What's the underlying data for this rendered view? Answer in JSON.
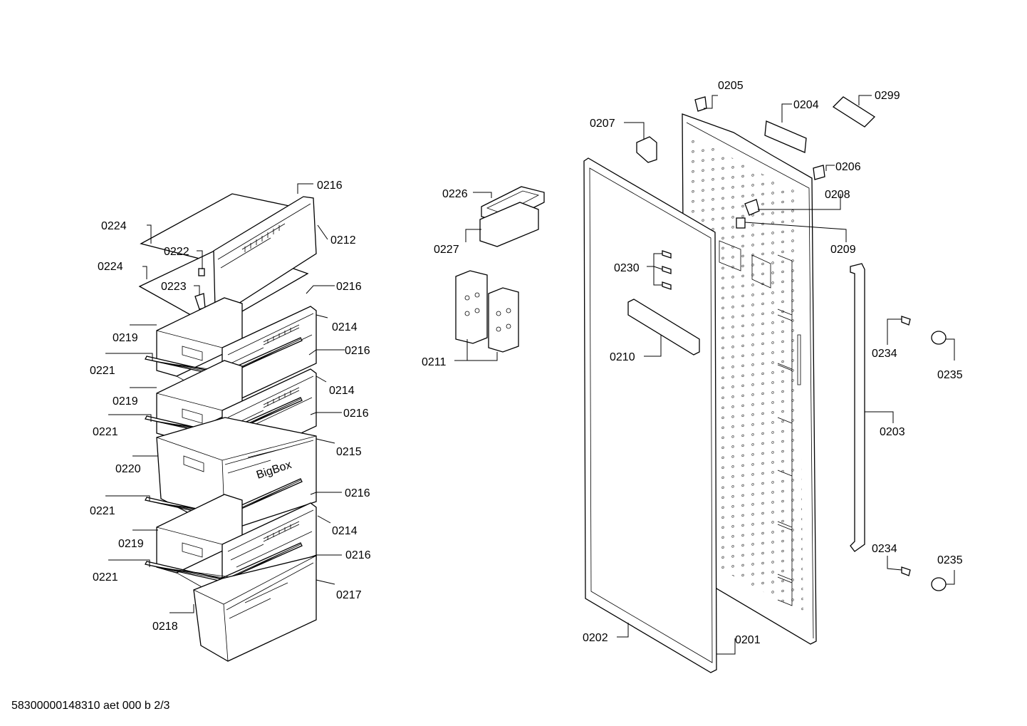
{
  "footer": {
    "document_code": "58300000148310 aet 000 b 2/3"
  },
  "drawer_text": "BigBox",
  "labels": {
    "p0201": "0201",
    "p0202": "0202",
    "p0203": "0203",
    "p0204": "0204",
    "p0205": "0205",
    "p0206": "0206",
    "p0207": "0207",
    "p0208": "0208",
    "p0209": "0209",
    "p0210": "0210",
    "p0211": "0211",
    "p0212": "0212",
    "p0214": "0214",
    "p0215": "0215",
    "p0216": "0216",
    "p0217": "0217",
    "p0218": "0218",
    "p0219": "0219",
    "p0220": "0220",
    "p0221": "0221",
    "p0222": "0222",
    "p0223": "0223",
    "p0224": "0224",
    "p0226": "0226",
    "p0227": "0227",
    "p0230": "0230",
    "p0234": "0234",
    "p0235": "0235",
    "p0299": "0299"
  }
}
